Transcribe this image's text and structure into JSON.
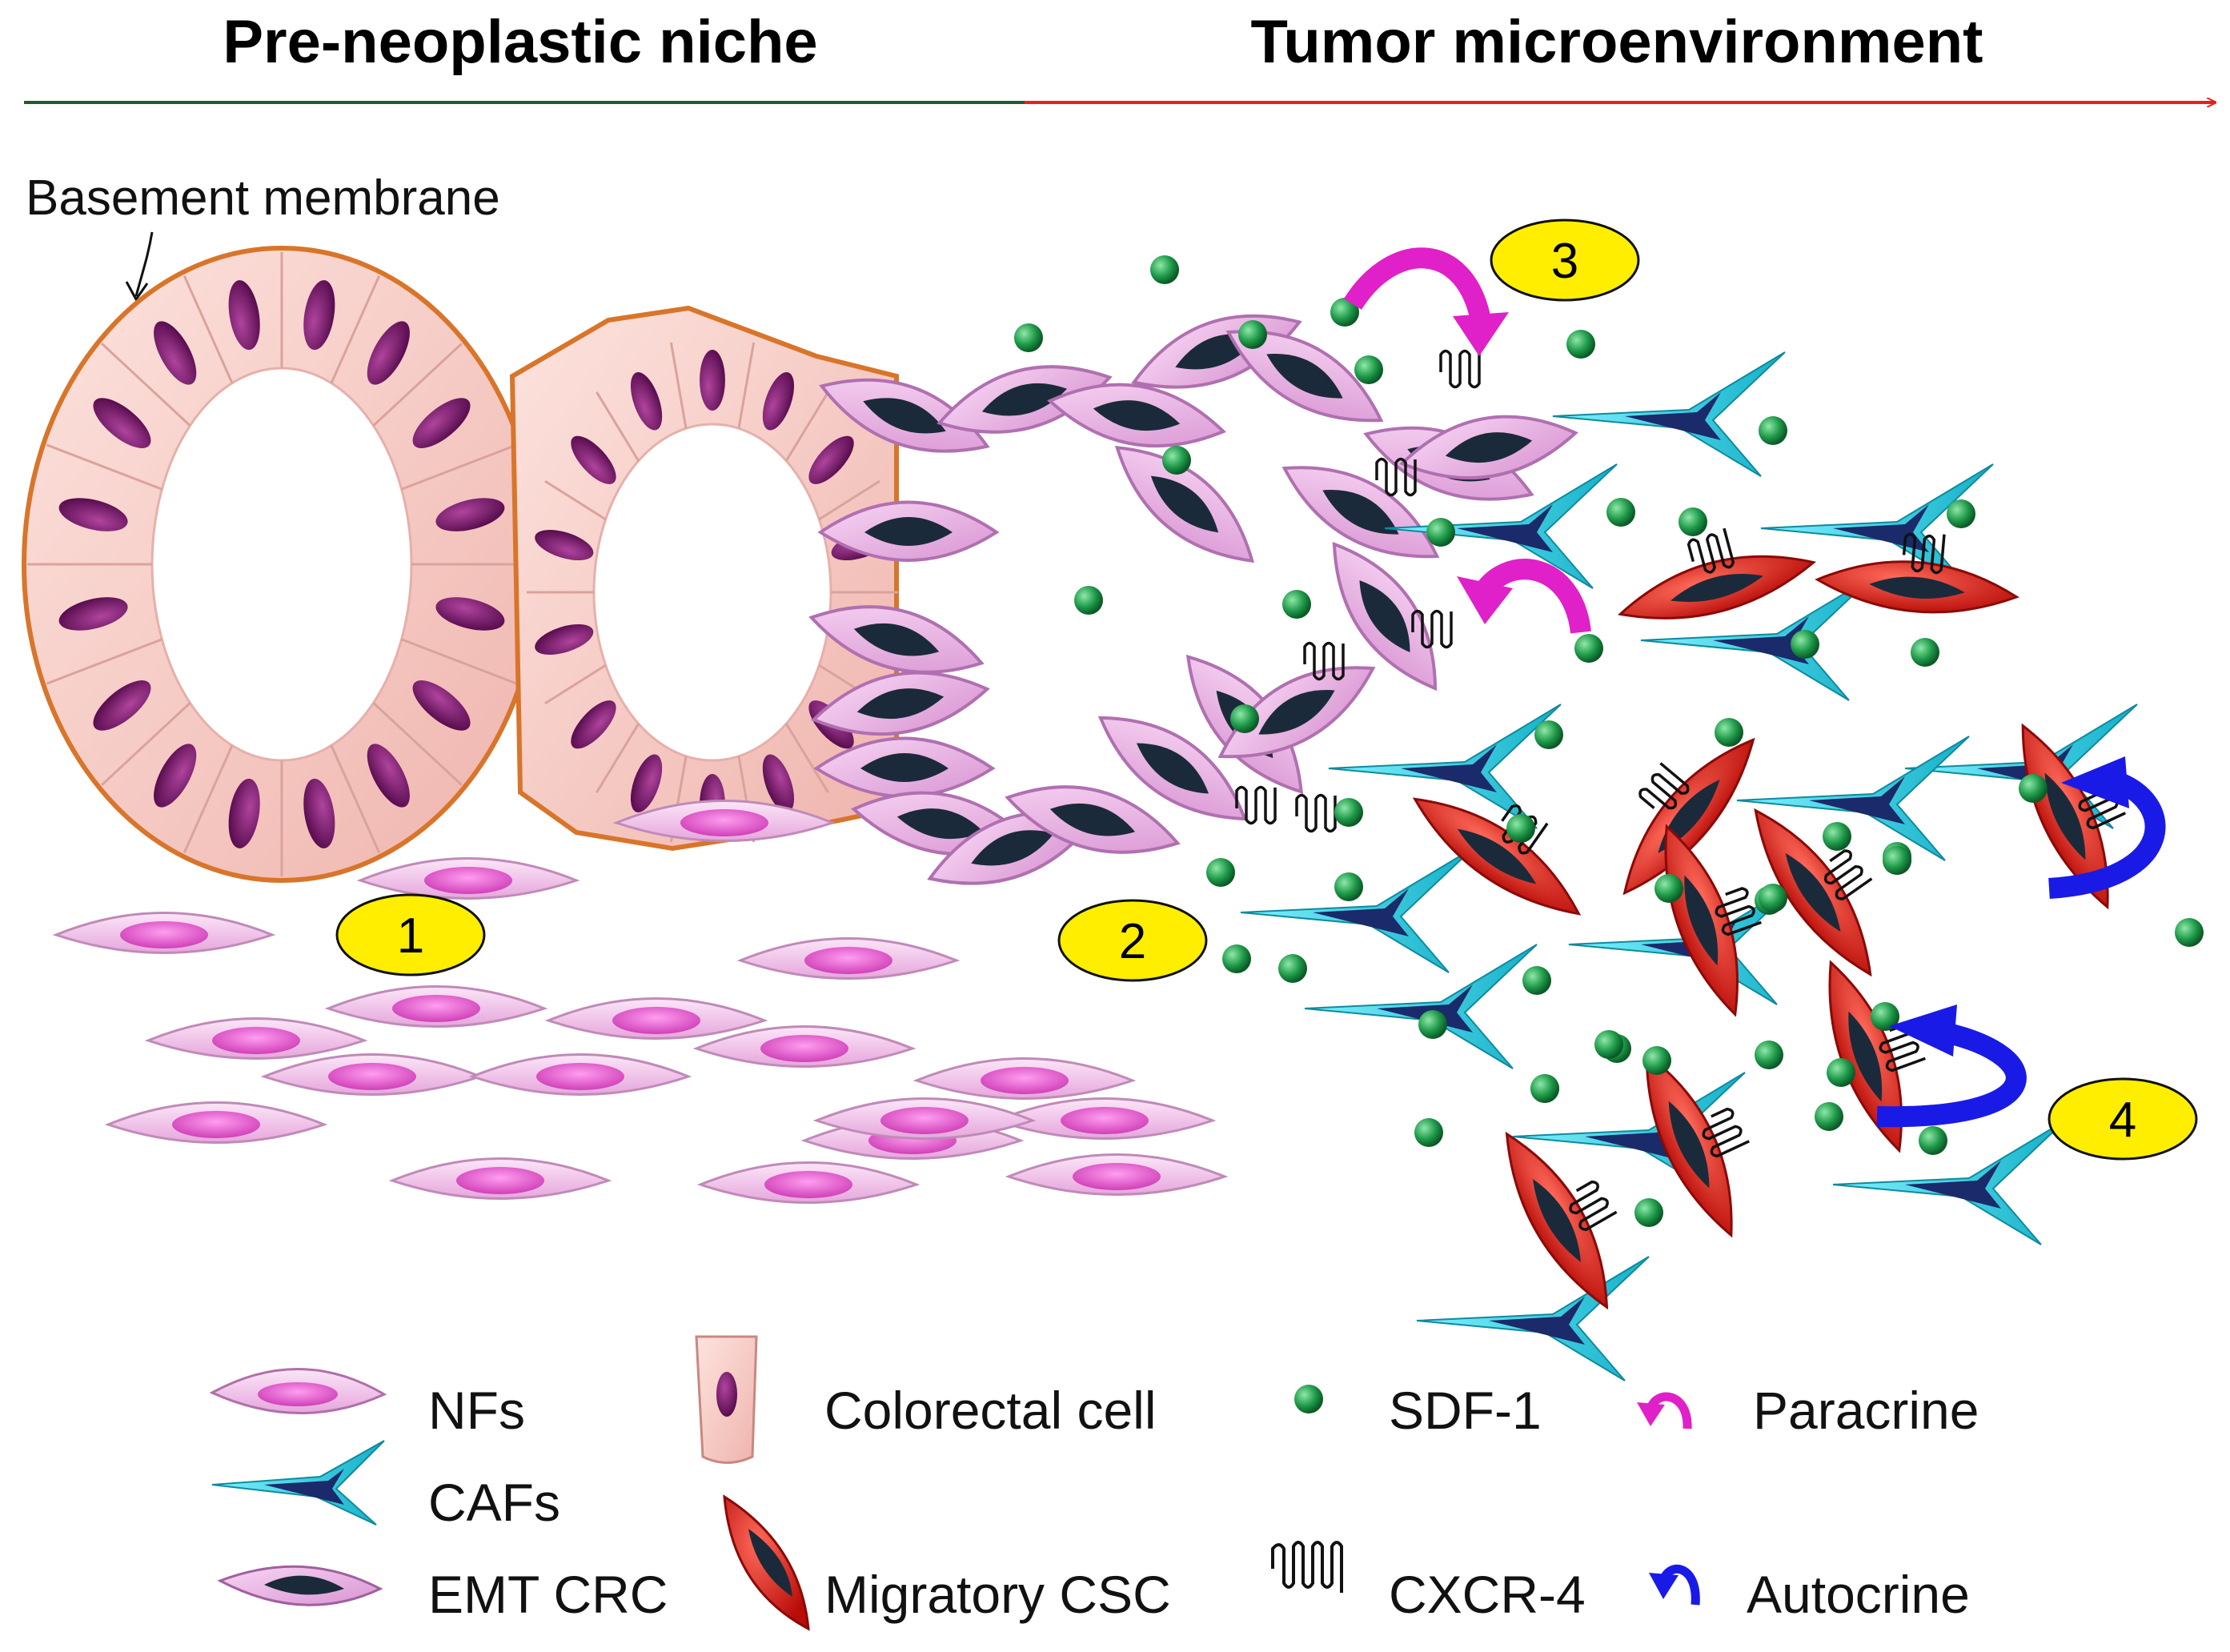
{
  "header": {
    "left_title": "Pre-neoplastic niche",
    "right_title": "Tumor microenvironment",
    "left_color": "#1e5c2a",
    "right_color": "#e8201e"
  },
  "labels": {
    "basement_membrane": "Basement membrane"
  },
  "steps": [
    "1",
    "2",
    "3",
    "4"
  ],
  "legend": {
    "nfs": "NFs",
    "cafs": "CAFs",
    "emt_crc": "EMT CRC",
    "colorectal_cell": "Colorectal cell",
    "migratory_csc": "Migratory CSC",
    "sdf1": "SDF-1",
    "cxcr4": "CXCR-4",
    "paracrine": "Paracrine",
    "autocrine": "Autocrine"
  },
  "colors": {
    "colorectal_cell": "#f6c6c0",
    "nucleus_purple": "#7a1f6e",
    "nf_pink": "#f2b8e6",
    "emt_cell": "#eab2e6",
    "emt_nucleus": "#1b2a3a",
    "csc_red": "#e21a16",
    "caf_cyan": "#2fd6e6",
    "caf_dark": "#1a2a6a",
    "sdf1_green": "#1f9a4a",
    "paracrine": "#e020c8",
    "autocrine": "#1a1ae6",
    "step_badge": "#ffee00",
    "membrane": "#d8752a"
  }
}
